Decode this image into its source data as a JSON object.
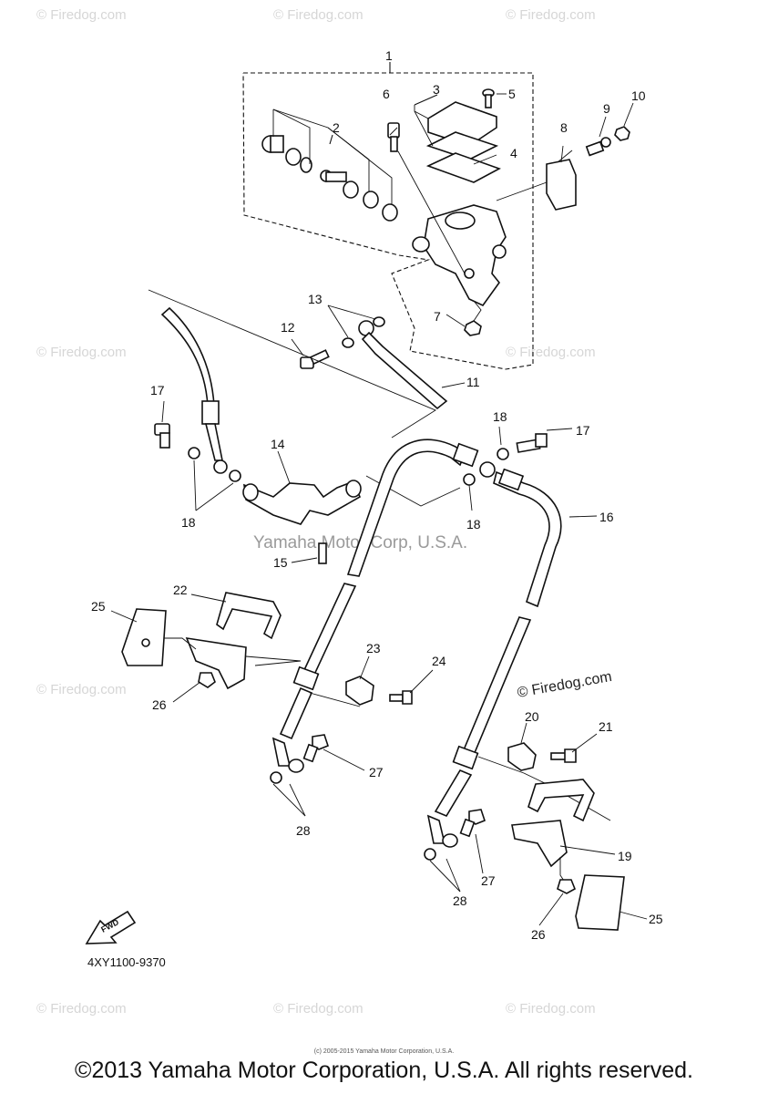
{
  "watermarks": {
    "firedog_text": "© Firedog.com",
    "center_text": "Yamaha Motor Corp, U.S.A.",
    "inline_mark": "© Firedog.com"
  },
  "diagram": {
    "code": "4XY1100-9370",
    "fwd_label": "FWD",
    "callouts": [
      "1",
      "2",
      "3",
      "4",
      "5",
      "6",
      "7",
      "8",
      "9",
      "10",
      "11",
      "12",
      "13",
      "14",
      "15",
      "16",
      "17",
      "17",
      "18",
      "18",
      "18",
      "19",
      "20",
      "21",
      "22",
      "23",
      "24",
      "25",
      "25",
      "26",
      "26",
      "27",
      "27",
      "28",
      "28"
    ]
  },
  "footer": {
    "copyright": "©2013 Yamaha Motor Corporation, U.S.A. All rights reserved.",
    "fineprint": "(c) 2005-2015 Yamaha Motor Corporation, U.S.A."
  },
  "colors": {
    "line": "#111111",
    "watermark": "#d6d6d6"
  }
}
